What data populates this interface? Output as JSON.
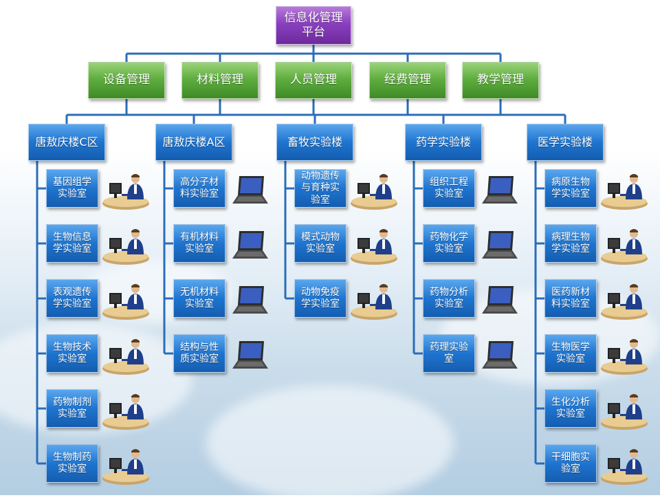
{
  "root": {
    "label": "信息化管理\n平台"
  },
  "management": [
    {
      "label": "设备管理"
    },
    {
      "label": "材料管理"
    },
    {
      "label": "人员管理"
    },
    {
      "label": "经费管理"
    },
    {
      "label": "教学管理"
    }
  ],
  "buildings": [
    {
      "label": "唐敖庆楼C区",
      "icon": "person-at-computer-icon",
      "labs": [
        "基因组学实验室",
        "生物信息学实验室",
        "表观遗传学实验室",
        "生物技术实验室",
        "药物制剂实验室",
        "生物制药实验室"
      ]
    },
    {
      "label": "唐敖庆楼A区",
      "icon": "laptop-icon",
      "labs": [
        "高分子材料实验室",
        "有机材料实验室",
        "无机材料实验室",
        "结构与性质实验室"
      ]
    },
    {
      "label": "畜牧实验楼",
      "icon": "person-at-computer-icon",
      "labs": [
        "动物遗传与育种实验室",
        "模式动物实验室",
        "动物免疫学实验室"
      ]
    },
    {
      "label": "药学实验楼",
      "icon": "laptop-icon",
      "labs": [
        "组织工程实验室",
        "药物化学实验室",
        "药物分析实验室",
        "药理实验室"
      ]
    },
    {
      "label": "医学实验楼",
      "icon": "person-at-computer-icon",
      "labs": [
        "病原生物学实验室",
        "病理生物学实验室",
        "医药新材料实验室",
        "生物医学实验室",
        "生化分析实验室",
        "干细胞实验室"
      ]
    }
  ]
}
